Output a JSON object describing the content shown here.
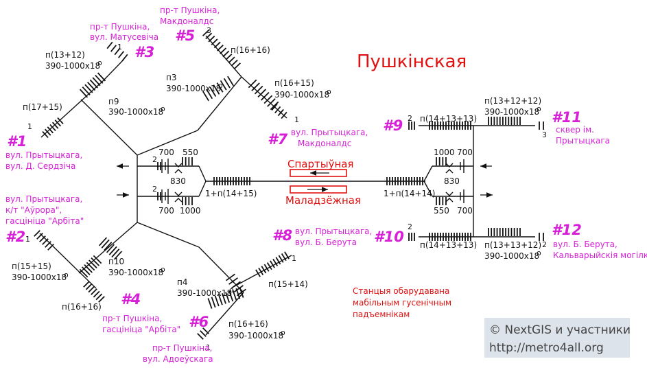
{
  "station": {
    "title": "Пушкінская"
  },
  "platform": {
    "top_label": "Спартыўная",
    "bottom_label": "Маладзёжная"
  },
  "note": [
    "Станцыя обарудавана",
    "мабільным гусенічным",
    "падъемнікам"
  ],
  "copyright": {
    "line1": "© NextGIS и участники",
    "line2": "http://metro4all.org"
  },
  "exits": {
    "e1": {
      "num": "#1",
      "addr": [
        "вул. Прытыцкага,",
        "вул. Д. Сердзіча"
      ],
      "stairs": "п(17+15)",
      "end": "1"
    },
    "e2": {
      "num": "#2",
      "addr": [
        "вул. Прытыцкага,",
        "к/т \"Аўрора\",",
        "гасцініца \"Арбіта\""
      ],
      "stairs": "п(15+15)",
      "lift": "390-1000x18",
      "end": "1"
    },
    "e3": {
      "num": "#3",
      "addr": [
        "пр-т Пушкіна,",
        "вул. Матусевіча"
      ],
      "stairs": "п(13+12)",
      "lift": "390-1000x18",
      "end": "1"
    },
    "e4": {
      "num": "#4",
      "addr": [
        "пр-т Пушкіна,",
        "гасцініца \"Арбіта\""
      ],
      "stairs": "п(16+16)"
    },
    "e5": {
      "num": "#5",
      "addr": [
        "пр-т Пушкіна,",
        "Макдоналдс"
      ],
      "stairs": "п(16+16)",
      "end": "3"
    },
    "e6": {
      "num": "#6",
      "addr": [
        "пр-т Пушкіна,",
        "вул. Адоеўскага"
      ],
      "stairs": "п(16+16)",
      "lift": "390-1000x18",
      "end": "1"
    },
    "e7": {
      "num": "#7",
      "addr": [
        "вул. Прытыцкага,",
        "Макдоналдс"
      ],
      "stairs": "п(16+15)",
      "lift": "390-1000x18",
      "end": "1"
    },
    "e8": {
      "num": "#8",
      "addr": [
        "вул. Прытыцкага,",
        "вул. Б. Берута"
      ],
      "stairs": "п(15+14)",
      "end": "1"
    },
    "e9": {
      "num": "#9",
      "stairs": "п(14+13+13)",
      "end": "2"
    },
    "e10": {
      "num": "#10",
      "stairs": "п(14+13+13)",
      "end": "2"
    },
    "e11": {
      "num": "#11",
      "addr": [
        "сквер ім.",
        "Прытыцкага"
      ],
      "stairs": "п(13+12+12)",
      "lift": "390-1000x18",
      "end": "3"
    },
    "e12": {
      "num": "#12",
      "addr": [
        "вул. Б. Берута,",
        "Кальварыйскія могілкі"
      ],
      "stairs": "п(13+13+12)",
      "lift": "390-1000x18",
      "end": "2"
    }
  },
  "labels": {
    "p9": "п9",
    "p9_lift": "390-1000x18",
    "p3": "п3",
    "p3_lift": "390-1000x18",
    "p10": "п10",
    "p10_lift": "390-1000x18",
    "p4": "п4",
    "p4_lift": "390-1000x18",
    "deg": "о",
    "left_hall": {
      "w700a": "700",
      "w550": "550",
      "w830": "830",
      "w700b": "700",
      "w1000": "1000",
      "two_a": "2",
      "two_b": "2",
      "stair": "1+п(14+15)"
    },
    "right_hall": {
      "w1000": "1000",
      "w700a": "700",
      "w830": "830",
      "w550": "550",
      "w700b": "700",
      "stair": "1+п(14+14)"
    }
  }
}
